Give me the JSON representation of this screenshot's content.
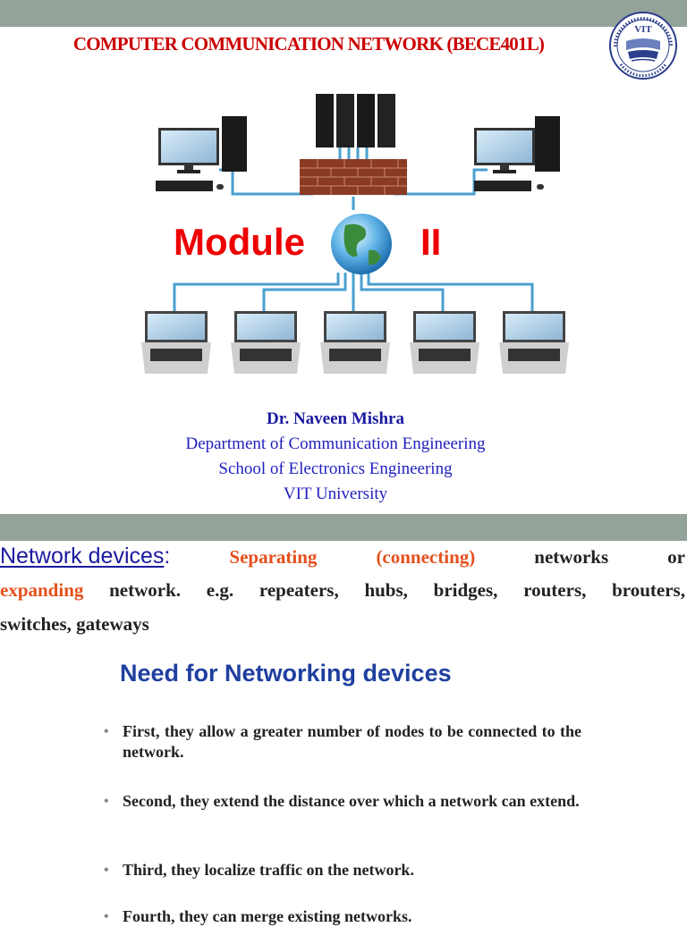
{
  "header": {
    "course_title": "COMPUTER COMMUNICATION NETWORK (BECE401L)",
    "logo_text": "VIT"
  },
  "hero": {
    "module_word": "Module",
    "module_number": "II"
  },
  "author": {
    "name": "Dr. Naveen Mishra",
    "department": "Department of Communication Engineering",
    "school": "School of Electronics Engineering",
    "university": "VIT University"
  },
  "intro": {
    "term": "Network devices",
    "colon": ":",
    "w1": "Separating",
    "w2": "(connecting)",
    "w3": "networks",
    "w4": "or",
    "w5": "expanding",
    "w6": "network.",
    "w7": "e.g.",
    "w8": "repeaters,",
    "w9": "hubs,",
    "w10": "bridges,",
    "w11": "routers,",
    "w12": "brouters,",
    "line3": "switches, gateways"
  },
  "need": {
    "heading": "Need for Networking devices",
    "bullets": [
      "First, they allow a greater number of nodes to be connected to the network.",
      "Second, they extend the distance over which a network can extend.",
      "Third, they localize traffic on the network.",
      "Fourth, they can merge existing networks."
    ]
  },
  "colors": {
    "band": "#93a399",
    "title_red": "#cc0000",
    "author_blue": "#1f1fbf",
    "accent_orange": "#e4501c",
    "heading_blue": "#1f3f9f"
  }
}
